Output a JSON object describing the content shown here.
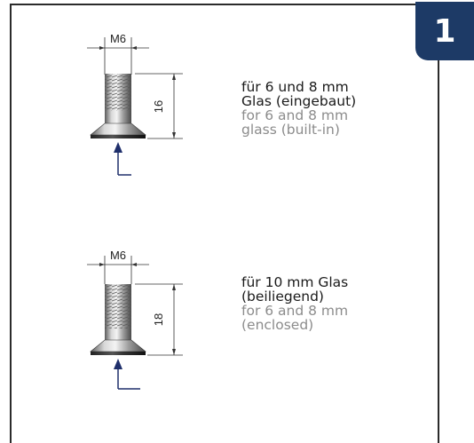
{
  "page": {
    "section_number": "1"
  },
  "screw_top": {
    "thread_label": "M6",
    "length_label": "16",
    "desc_de_line1": "für 6 und 8 mm",
    "desc_de_line2": "Glas (eingebaut)",
    "desc_en_line1": "for 6 and 8 mm",
    "desc_en_line2": "glass (built-in)"
  },
  "screw_bottom": {
    "thread_label": "M6",
    "length_label": "18",
    "desc_de_line1": "für 10 mm Glas",
    "desc_de_line2": "(beiliegend)",
    "desc_en_line1": "for 6 and 8 mm",
    "desc_en_line2": "(enclosed)"
  },
  "colors": {
    "badge": "#1d3a66",
    "arrow": "#1f2f6b"
  }
}
